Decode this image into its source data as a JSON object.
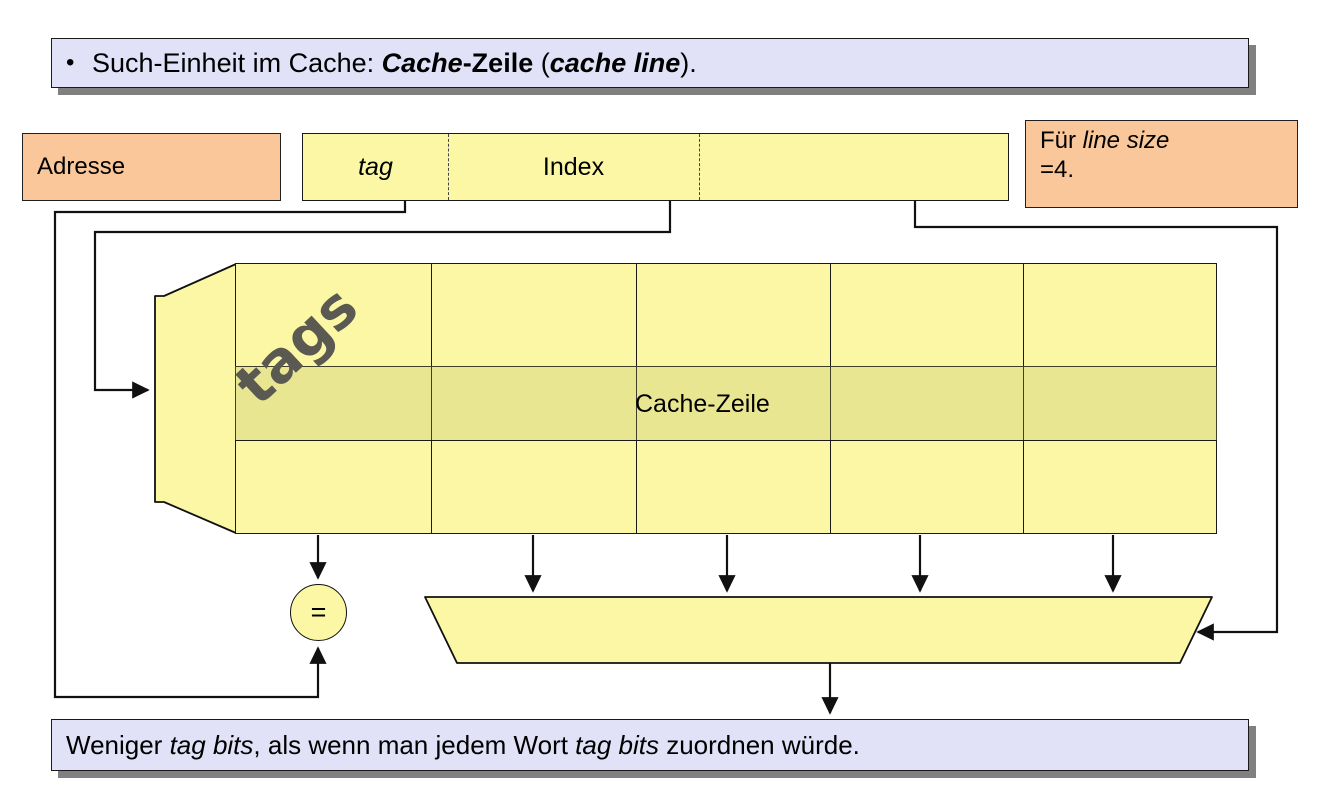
{
  "slide": {
    "top_banner": {
      "bullet": "•",
      "text_plain": "Such-Einheit im Cache: Cache-Zeile (cache line).",
      "part1": "Such-Einheit im Cache: ",
      "part2_bold_italic": "Cache",
      "part3_bold": "-Zeile",
      "part4": " (",
      "part5_bold_italic": "cache line",
      "part6": ")."
    },
    "bottom_banner": {
      "text_plain": "Weniger tag bits, als wenn man jedem Wort tag bits zuordnen würde.",
      "part1": "Weniger ",
      "part2_italic": "tag bits",
      "part3": ", als wenn man jedem Wort ",
      "part4_italic": "tag bits",
      "part5": " zuordnen würde."
    }
  },
  "address": {
    "label": "Adresse",
    "fields": [
      {
        "label": "tag",
        "italic": true
      },
      {
        "label": "Index",
        "italic": false
      },
      {
        "label": "",
        "italic": false
      }
    ]
  },
  "note": {
    "line1_prefix": "Für ",
    "line1_italic": "line size",
    "line2": "=4."
  },
  "cache": {
    "tags_label": "tags",
    "cache_line_label": "Cache-Zeile",
    "columns": 5,
    "rows": 3,
    "highlighted_row_index": 1,
    "comparator_symbol": "="
  },
  "colors": {
    "banner_fill": "#e1e1f7",
    "banner_shadow": "#808080",
    "orange_fill": "#fac79a",
    "yellow_fill": "#fbf7a5",
    "highlight_fill": "#e8e7c4",
    "line": "#111111",
    "tags_text": "#5a5a52"
  }
}
